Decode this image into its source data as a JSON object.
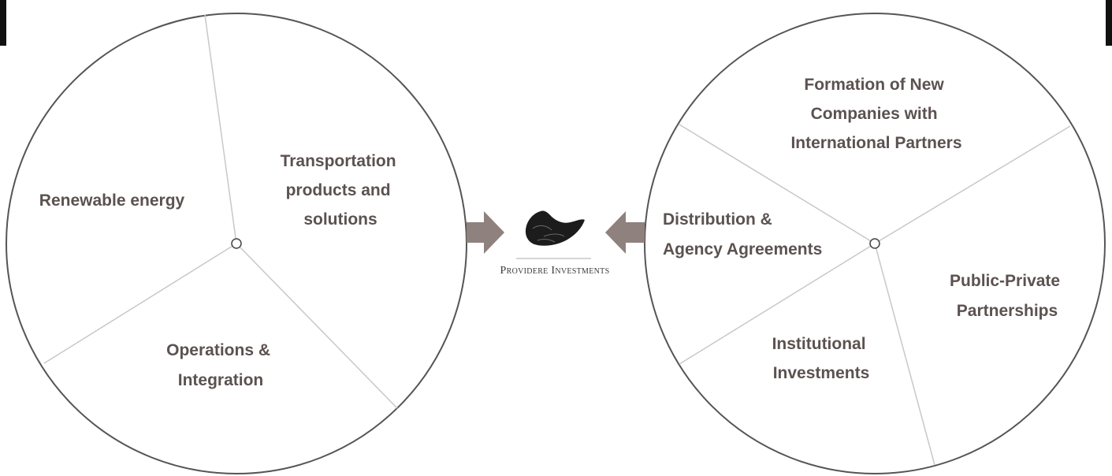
{
  "left_circle": {
    "segments": [
      {
        "label_lines": [
          "Renewable energy"
        ]
      },
      {
        "label_lines": [
          "Transportation",
          "products and",
          "solutions"
        ]
      },
      {
        "label_lines": [
          "Operations &",
          "Integration"
        ]
      }
    ]
  },
  "right_circle": {
    "segments": [
      {
        "label_lines": [
          "Formation of New",
          "Companies with",
          "International Partners"
        ]
      },
      {
        "label_lines": [
          "Distribution &",
          "Agency Agreements"
        ]
      },
      {
        "label_lines": [
          "Public-Private",
          "Partnerships"
        ]
      },
      {
        "label_lines": [
          "Institutional",
          "Investments"
        ]
      }
    ]
  },
  "center": {
    "logo_text": "Providere Investments"
  },
  "colors": {
    "arrow": "#8f817e",
    "label_text": "#5b5250",
    "circle_stroke": "#555555",
    "divider": "#c8c8c8"
  }
}
